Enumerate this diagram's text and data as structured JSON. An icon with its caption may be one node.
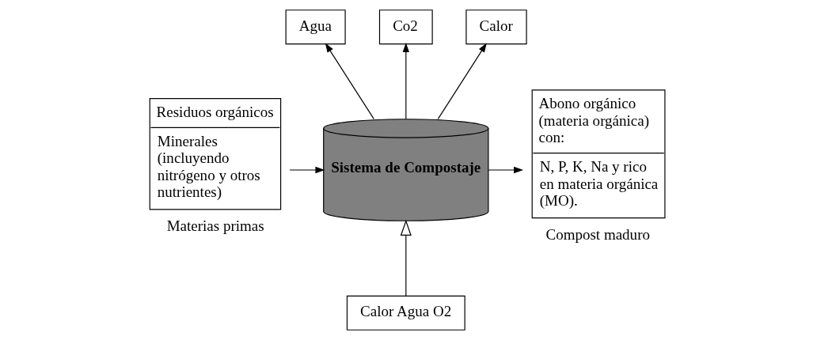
{
  "diagram": {
    "nodes": [
      {
        "text": [
          "Residuos orgánicos",
          "Minerales (incluyendo nitrógeno y otros nutrientes)"
        ],
        "beside": [
          "Materias primas"
        ]
      },
      {
        "text": [
          "Sistema de Compostaje"
        ]
      },
      {
        "text": [
          "Agua"
        ]
      },
      {
        "text": [
          "Co2"
        ]
      },
      {
        "text": [
          "Calor"
        ]
      },
      {
        "text": [
          "Abono orgánico (materia orgánica) con:",
          "N, P, K, Na y rico en materia orgánica (MO)."
        ],
        "beside": [
          "Compost maduro"
        ]
      },
      {
        "text": [
          "Calor Agua O2"
        ]
      }
    ],
    "edges": [
      {
        "from": 0,
        "to": 1,
        "arrow": "to"
      },
      {
        "from": 1,
        "to": 2,
        "arrow": "to"
      },
      {
        "from": 1,
        "to": 3,
        "arrow": "to"
      },
      {
        "from": 1,
        "to": 4,
        "arrow": "to"
      },
      {
        "from": 1,
        "to": 5,
        "arrow": "to"
      },
      {
        "from": 6,
        "to": 1,
        "arrow": "to"
      }
    ]
  }
}
